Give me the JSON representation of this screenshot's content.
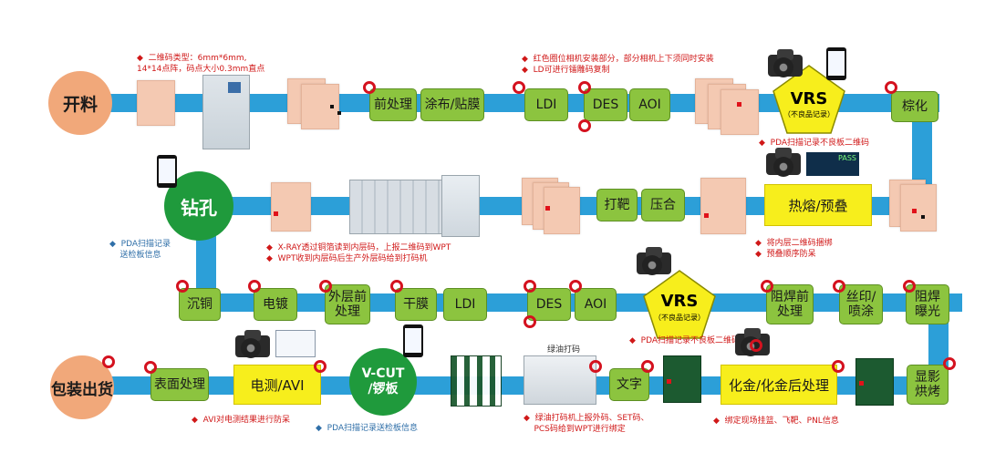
{
  "start": "开料",
  "drill": "钻孔",
  "vcut": "V-CUT\n/锣板",
  "end": "包装出货",
  "vrs": {
    "label": "VRS",
    "sub": "（不良品记录）"
  },
  "row1": {
    "pre_treat": "前处理",
    "coat": "涂布/贴膜",
    "ldi": "LDI",
    "des": "DES",
    "aoi": "AOI",
    "brown": "棕化"
  },
  "row2": {
    "target": "打靶",
    "press": "压合",
    "fuse": "热熔/预叠"
  },
  "row3": {
    "cu": "沉铜",
    "plate": "电镀",
    "outer_pre": "外层前\n处理",
    "dryfilm": "干膜",
    "ldi": "LDI",
    "des": "DES",
    "aoi": "AOI",
    "sm_pre": "阻焊前\n处理",
    "silk": "丝印/\n喷涂",
    "sm_exp": "阻焊\n曝光"
  },
  "row4": {
    "surface": "表面处理",
    "et": "电测/AVI",
    "text": "文字",
    "enig": "化金/化金后处理",
    "develop": "显影\n烘烤"
  },
  "notes": {
    "qr": "◆  二维码类型：6mm*6mm,\n14*14点阵，码点大小0.3mm直点",
    "camera": "◆  红色圈位相机安装部分，部分相机上下须同时安装\n◆  LD可进行镭雕码复制",
    "pda_vrs1": "◆  PDA扫描记录不良板二维码",
    "pda_drill": "◆  PDA扫描记录\n    送检板信息",
    "xray": "◆  X-RAY透过铜箔读到内层码，上报二维码到WPT\n◆  WPT收到内层码后生产外层码给到打码机",
    "bind": "◆  将内层二维码捆绑\n◆  预叠顺序防呆",
    "pda_vrs2": "◆  PDA扫描记录不良板二维码",
    "avi": "◆  AVI对电测结果进行防呆",
    "pda_vcut": "◆  PDA扫描记录送检板信息",
    "coder": "◆  绿油打码机上报外码、SET码、\n    PCS码给到WPT进行绑定",
    "enig": "◆  绑定现场挂篮、飞靶、PNL信息",
    "coder_title": "绿油打码",
    "pass": "PASS"
  },
  "colors": {
    "belt": "#2c9fd8",
    "node": "#8cc43f",
    "yellow": "#f7ee1c",
    "marker": "#d4121f",
    "start": "#f1a87a",
    "drill": "#1f9a3c"
  }
}
